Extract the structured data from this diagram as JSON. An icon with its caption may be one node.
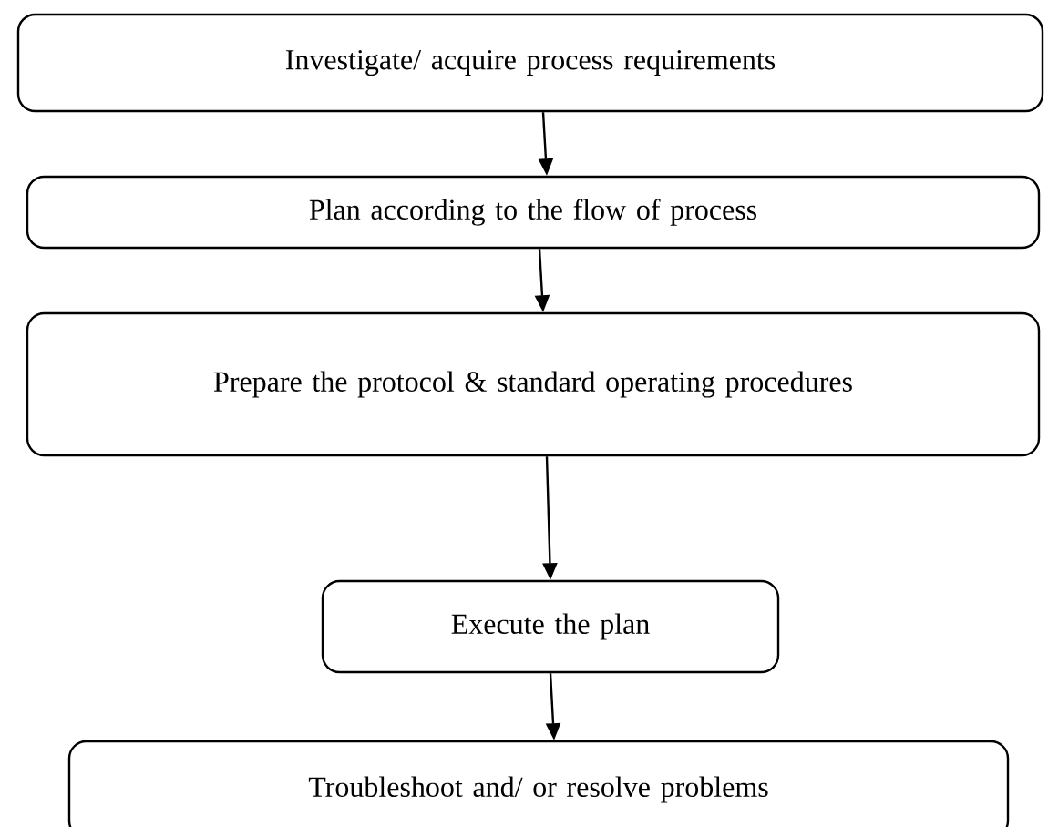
{
  "diagram": {
    "nodes": [
      {
        "text": [
          "Investigate/ acquire process requirements"
        ]
      },
      {
        "text": [
          "Plan according to the flow of process"
        ]
      },
      {
        "text": [
          "Prepare the protocol & standard operating procedures"
        ]
      },
      {
        "text": [
          "Execute the plan"
        ]
      },
      {
        "text": [
          "Troubleshoot and/ or resolve problems"
        ]
      }
    ],
    "edges": [
      {
        "from": 0,
        "to": 1,
        "arrow": "to"
      },
      {
        "from": 1,
        "to": 2,
        "arrow": "to"
      },
      {
        "from": 2,
        "to": 3,
        "arrow": "to"
      },
      {
        "from": 3,
        "to": 4,
        "arrow": "to"
      }
    ]
  }
}
